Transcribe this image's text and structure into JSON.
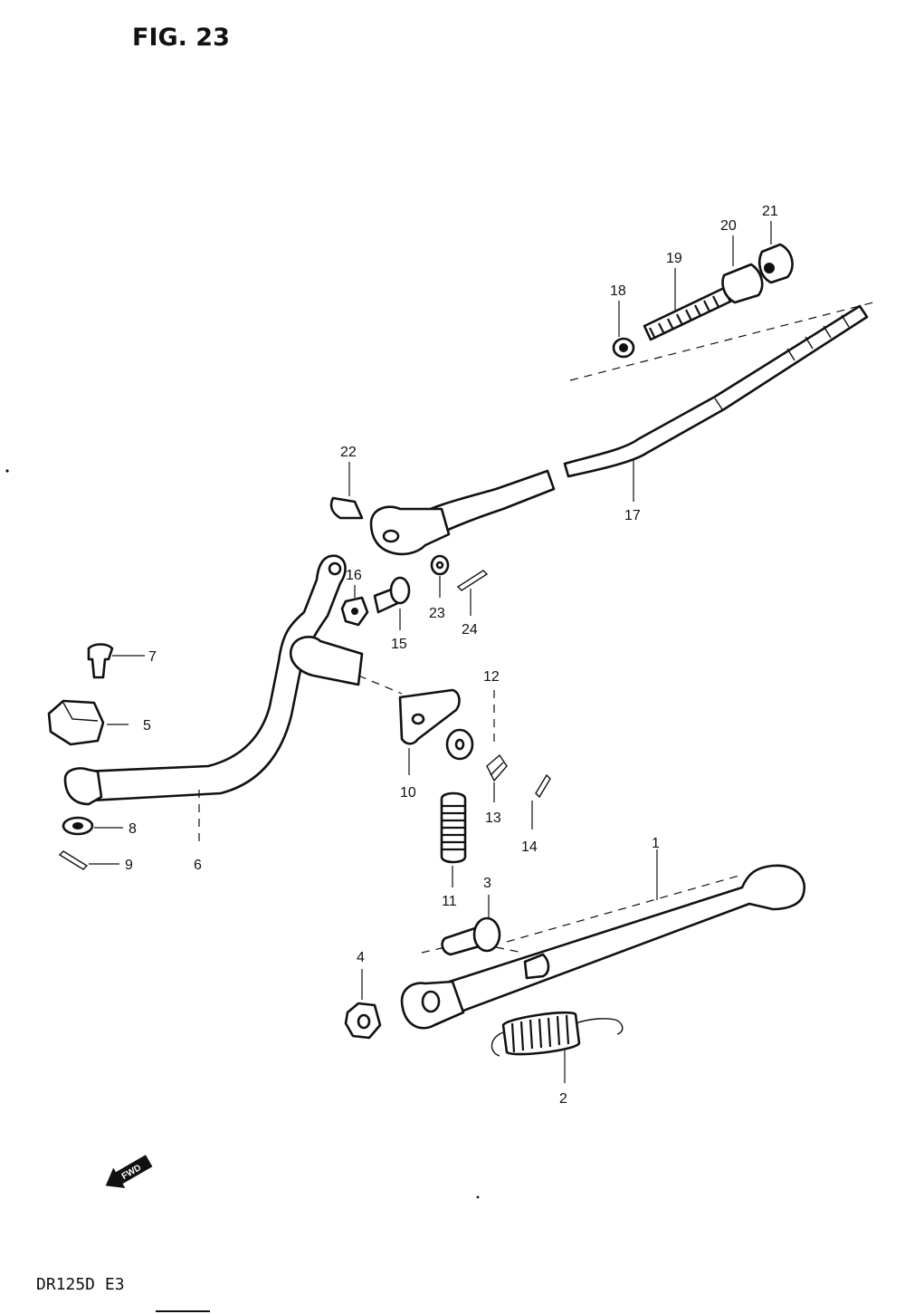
{
  "figure": {
    "title": "FIG. 23",
    "model": "DR125D E3",
    "fwd_label": "FWD"
  },
  "callouts": [
    {
      "id": "c1",
      "label": "1"
    },
    {
      "id": "c2",
      "label": "2"
    },
    {
      "id": "c3",
      "label": "3"
    },
    {
      "id": "c4",
      "label": "4"
    },
    {
      "id": "c5",
      "label": "5"
    },
    {
      "id": "c6",
      "label": "6"
    },
    {
      "id": "c7",
      "label": "7"
    },
    {
      "id": "c8",
      "label": "8"
    },
    {
      "id": "c9",
      "label": "9"
    },
    {
      "id": "c10",
      "label": "10"
    },
    {
      "id": "c11",
      "label": "11"
    },
    {
      "id": "c12",
      "label": "12"
    },
    {
      "id": "c13",
      "label": "13"
    },
    {
      "id": "c14",
      "label": "14"
    },
    {
      "id": "c15",
      "label": "15"
    },
    {
      "id": "c16",
      "label": "16"
    },
    {
      "id": "c17",
      "label": "17"
    },
    {
      "id": "c18",
      "label": "18"
    },
    {
      "id": "c19",
      "label": "19"
    },
    {
      "id": "c20",
      "label": "20"
    },
    {
      "id": "c21",
      "label": "21"
    },
    {
      "id": "c22",
      "label": "22"
    },
    {
      "id": "c23",
      "label": "23"
    },
    {
      "id": "c24",
      "label": "24"
    }
  ]
}
